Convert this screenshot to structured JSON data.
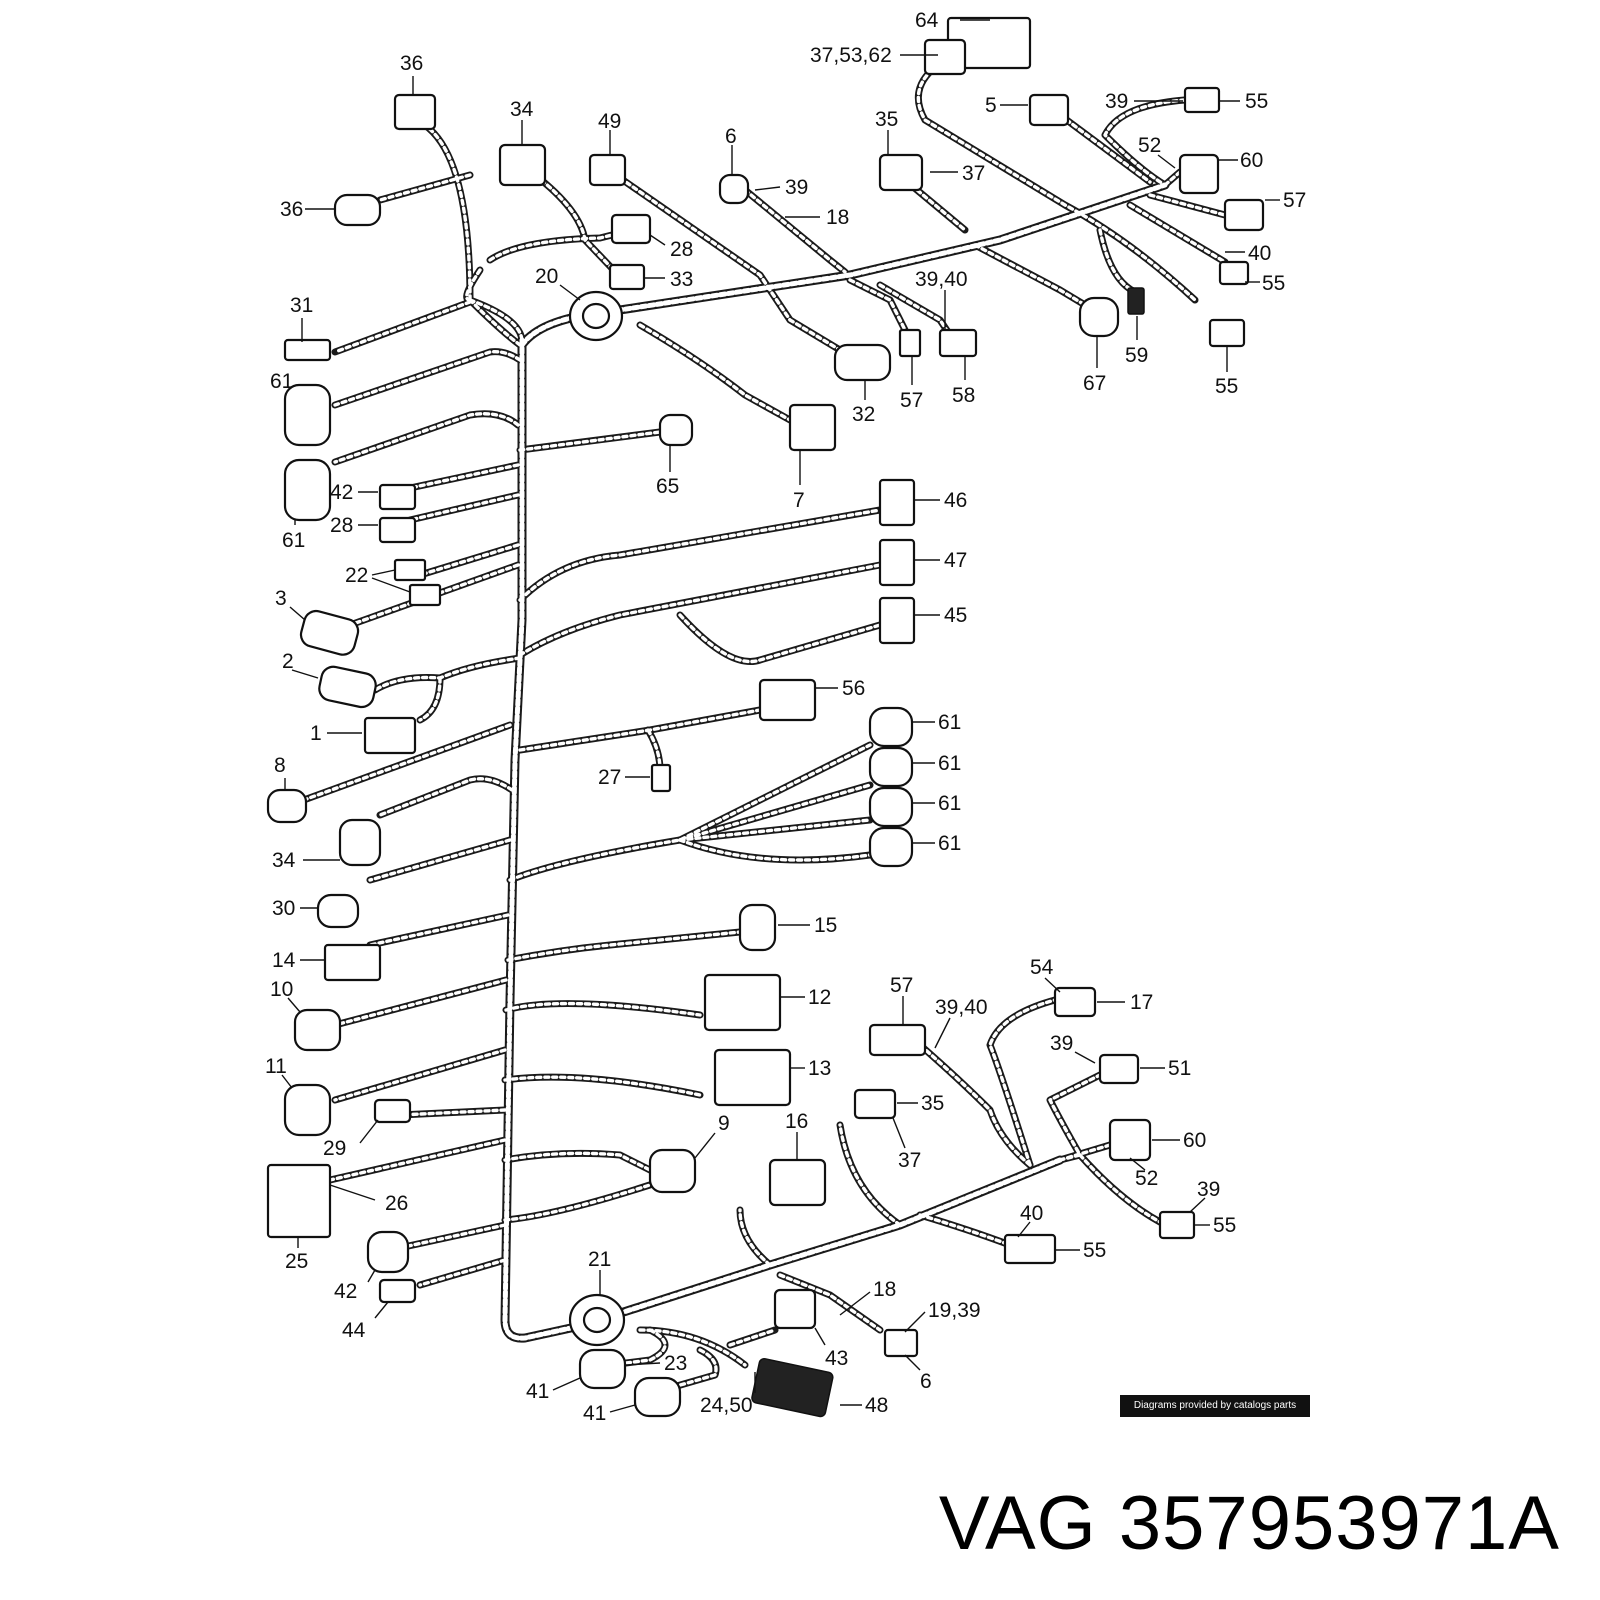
{
  "title": "VAG 357953971A",
  "credit": "Diagrams provided by catalogs parts",
  "callouts": [
    {
      "id": "c64",
      "text": "64"
    },
    {
      "id": "c37-53-62",
      "text": "37,53,62"
    },
    {
      "id": "c36a",
      "text": "36"
    },
    {
      "id": "c34a",
      "text": "34"
    },
    {
      "id": "c49",
      "text": "49"
    },
    {
      "id": "c6a",
      "text": "6"
    },
    {
      "id": "c35a",
      "text": "35"
    },
    {
      "id": "c5",
      "text": "5"
    },
    {
      "id": "c39a",
      "text": "39"
    },
    {
      "id": "c55a",
      "text": "55"
    },
    {
      "id": "c52a",
      "text": "52"
    },
    {
      "id": "c60a",
      "text": "60"
    },
    {
      "id": "c37a",
      "text": "37"
    },
    {
      "id": "c39b",
      "text": "39"
    },
    {
      "id": "c36b",
      "text": "36"
    },
    {
      "id": "c18a",
      "text": "18"
    },
    {
      "id": "c57a",
      "text": "57"
    },
    {
      "id": "c28a",
      "text": "28"
    },
    {
      "id": "c40a",
      "text": "40"
    },
    {
      "id": "c33",
      "text": "33"
    },
    {
      "id": "c20",
      "text": "20"
    },
    {
      "id": "c55b",
      "text": "55"
    },
    {
      "id": "c39-40a",
      "text": "39,40"
    },
    {
      "id": "c31",
      "text": "31"
    },
    {
      "id": "c59",
      "text": "59"
    },
    {
      "id": "c61a",
      "text": "61"
    },
    {
      "id": "c67",
      "text": "67"
    },
    {
      "id": "c57b",
      "text": "57"
    },
    {
      "id": "c58",
      "text": "58"
    },
    {
      "id": "c55c",
      "text": "55"
    },
    {
      "id": "c32",
      "text": "32"
    },
    {
      "id": "c42a",
      "text": "42"
    },
    {
      "id": "c65",
      "text": "65"
    },
    {
      "id": "c7",
      "text": "7"
    },
    {
      "id": "c28b",
      "text": "28"
    },
    {
      "id": "c46",
      "text": "46"
    },
    {
      "id": "c61b",
      "text": "61"
    },
    {
      "id": "c22",
      "text": "22"
    },
    {
      "id": "c47",
      "text": "47"
    },
    {
      "id": "c3",
      "text": "3"
    },
    {
      "id": "c45",
      "text": "45"
    },
    {
      "id": "c2",
      "text": "2"
    },
    {
      "id": "c56",
      "text": "56"
    },
    {
      "id": "c1",
      "text": "1"
    },
    {
      "id": "c61c",
      "text": "61"
    },
    {
      "id": "c8",
      "text": "8"
    },
    {
      "id": "c61d",
      "text": "61"
    },
    {
      "id": "c27",
      "text": "27"
    },
    {
      "id": "c61e",
      "text": "61"
    },
    {
      "id": "c34b",
      "text": "34"
    },
    {
      "id": "c61f",
      "text": "61"
    },
    {
      "id": "c30",
      "text": "30"
    },
    {
      "id": "c15",
      "text": "15"
    },
    {
      "id": "c14",
      "text": "14"
    },
    {
      "id": "c10",
      "text": "10"
    },
    {
      "id": "c12",
      "text": "12"
    },
    {
      "id": "c57c",
      "text": "57"
    },
    {
      "id": "c54",
      "text": "54"
    },
    {
      "id": "c17",
      "text": "17"
    },
    {
      "id": "c39-40b",
      "text": "39,40"
    },
    {
      "id": "c11",
      "text": "11"
    },
    {
      "id": "c13",
      "text": "13"
    },
    {
      "id": "c39c",
      "text": "39"
    },
    {
      "id": "c51",
      "text": "51"
    },
    {
      "id": "c29",
      "text": "29"
    },
    {
      "id": "c9",
      "text": "9"
    },
    {
      "id": "c16",
      "text": "16"
    },
    {
      "id": "c35b",
      "text": "35"
    },
    {
      "id": "c60b",
      "text": "60"
    },
    {
      "id": "c26",
      "text": "26"
    },
    {
      "id": "c37b",
      "text": "37"
    },
    {
      "id": "c52b",
      "text": "52"
    },
    {
      "id": "c39d",
      "text": "39"
    },
    {
      "id": "c25",
      "text": "25"
    },
    {
      "id": "c40b",
      "text": "40"
    },
    {
      "id": "c55d",
      "text": "55"
    },
    {
      "id": "c55e",
      "text": "55"
    },
    {
      "id": "c42b",
      "text": "42"
    },
    {
      "id": "c21",
      "text": "21"
    },
    {
      "id": "c18b",
      "text": "18"
    },
    {
      "id": "c19-39",
      "text": "19,39"
    },
    {
      "id": "c44",
      "text": "44"
    },
    {
      "id": "c43",
      "text": "43"
    },
    {
      "id": "c23",
      "text": "23"
    },
    {
      "id": "c6b",
      "text": "6"
    },
    {
      "id": "c41a",
      "text": "41"
    },
    {
      "id": "c41b",
      "text": "41"
    },
    {
      "id": "c24-50",
      "text": "24,50"
    },
    {
      "id": "c48",
      "text": "48"
    }
  ]
}
